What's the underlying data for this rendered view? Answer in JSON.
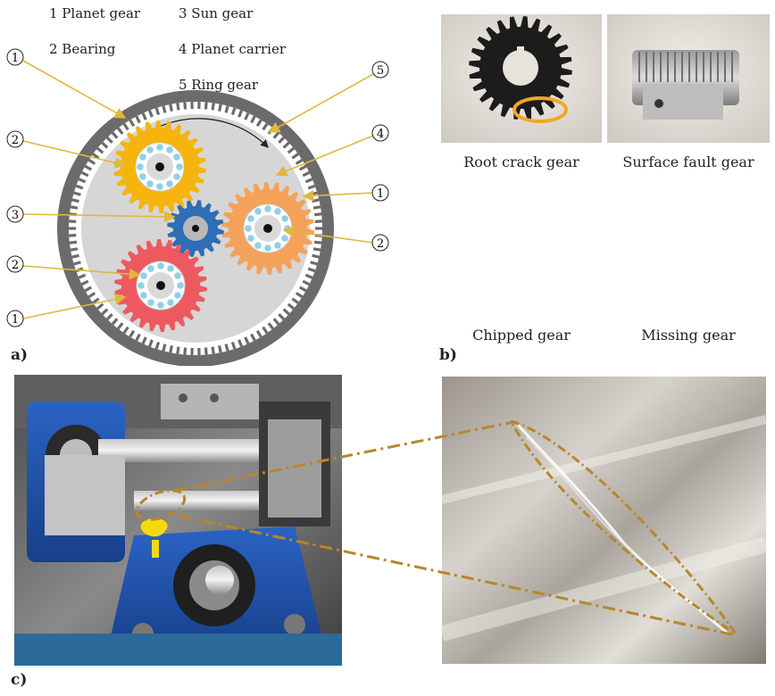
{
  "legend": {
    "planet_gear": "1 Planet gear",
    "bearing": "2 Bearing",
    "sun_gear": "3 Sun gear",
    "planet_carrier": "4 Planet carrier",
    "ring_gear": "5 Ring gear"
  },
  "callouts": {
    "c1": "1",
    "c2": "2",
    "c3": "3",
    "c4": "4",
    "c5": "5"
  },
  "panel_labels": {
    "a": "a)",
    "b": "b)",
    "c": "c)"
  },
  "captions": {
    "root_crack": "Root crack gear",
    "surface_fault": "Surface fault gear",
    "chipped": "Chipped gear",
    "missing": "Missing gear"
  },
  "colors": {
    "ring": "#6b6b6b",
    "carrier": "#d6d6d6",
    "planet_yellow": "#f5b50e",
    "planet_orange": "#f4a259",
    "planet_red": "#ec5a5f",
    "sun": "#2f6db4",
    "bearing_ball": "#8fd0e8",
    "callout_line": "#e0b83a",
    "highlight": "#f5a623",
    "dash_outline": "#b8862b"
  }
}
